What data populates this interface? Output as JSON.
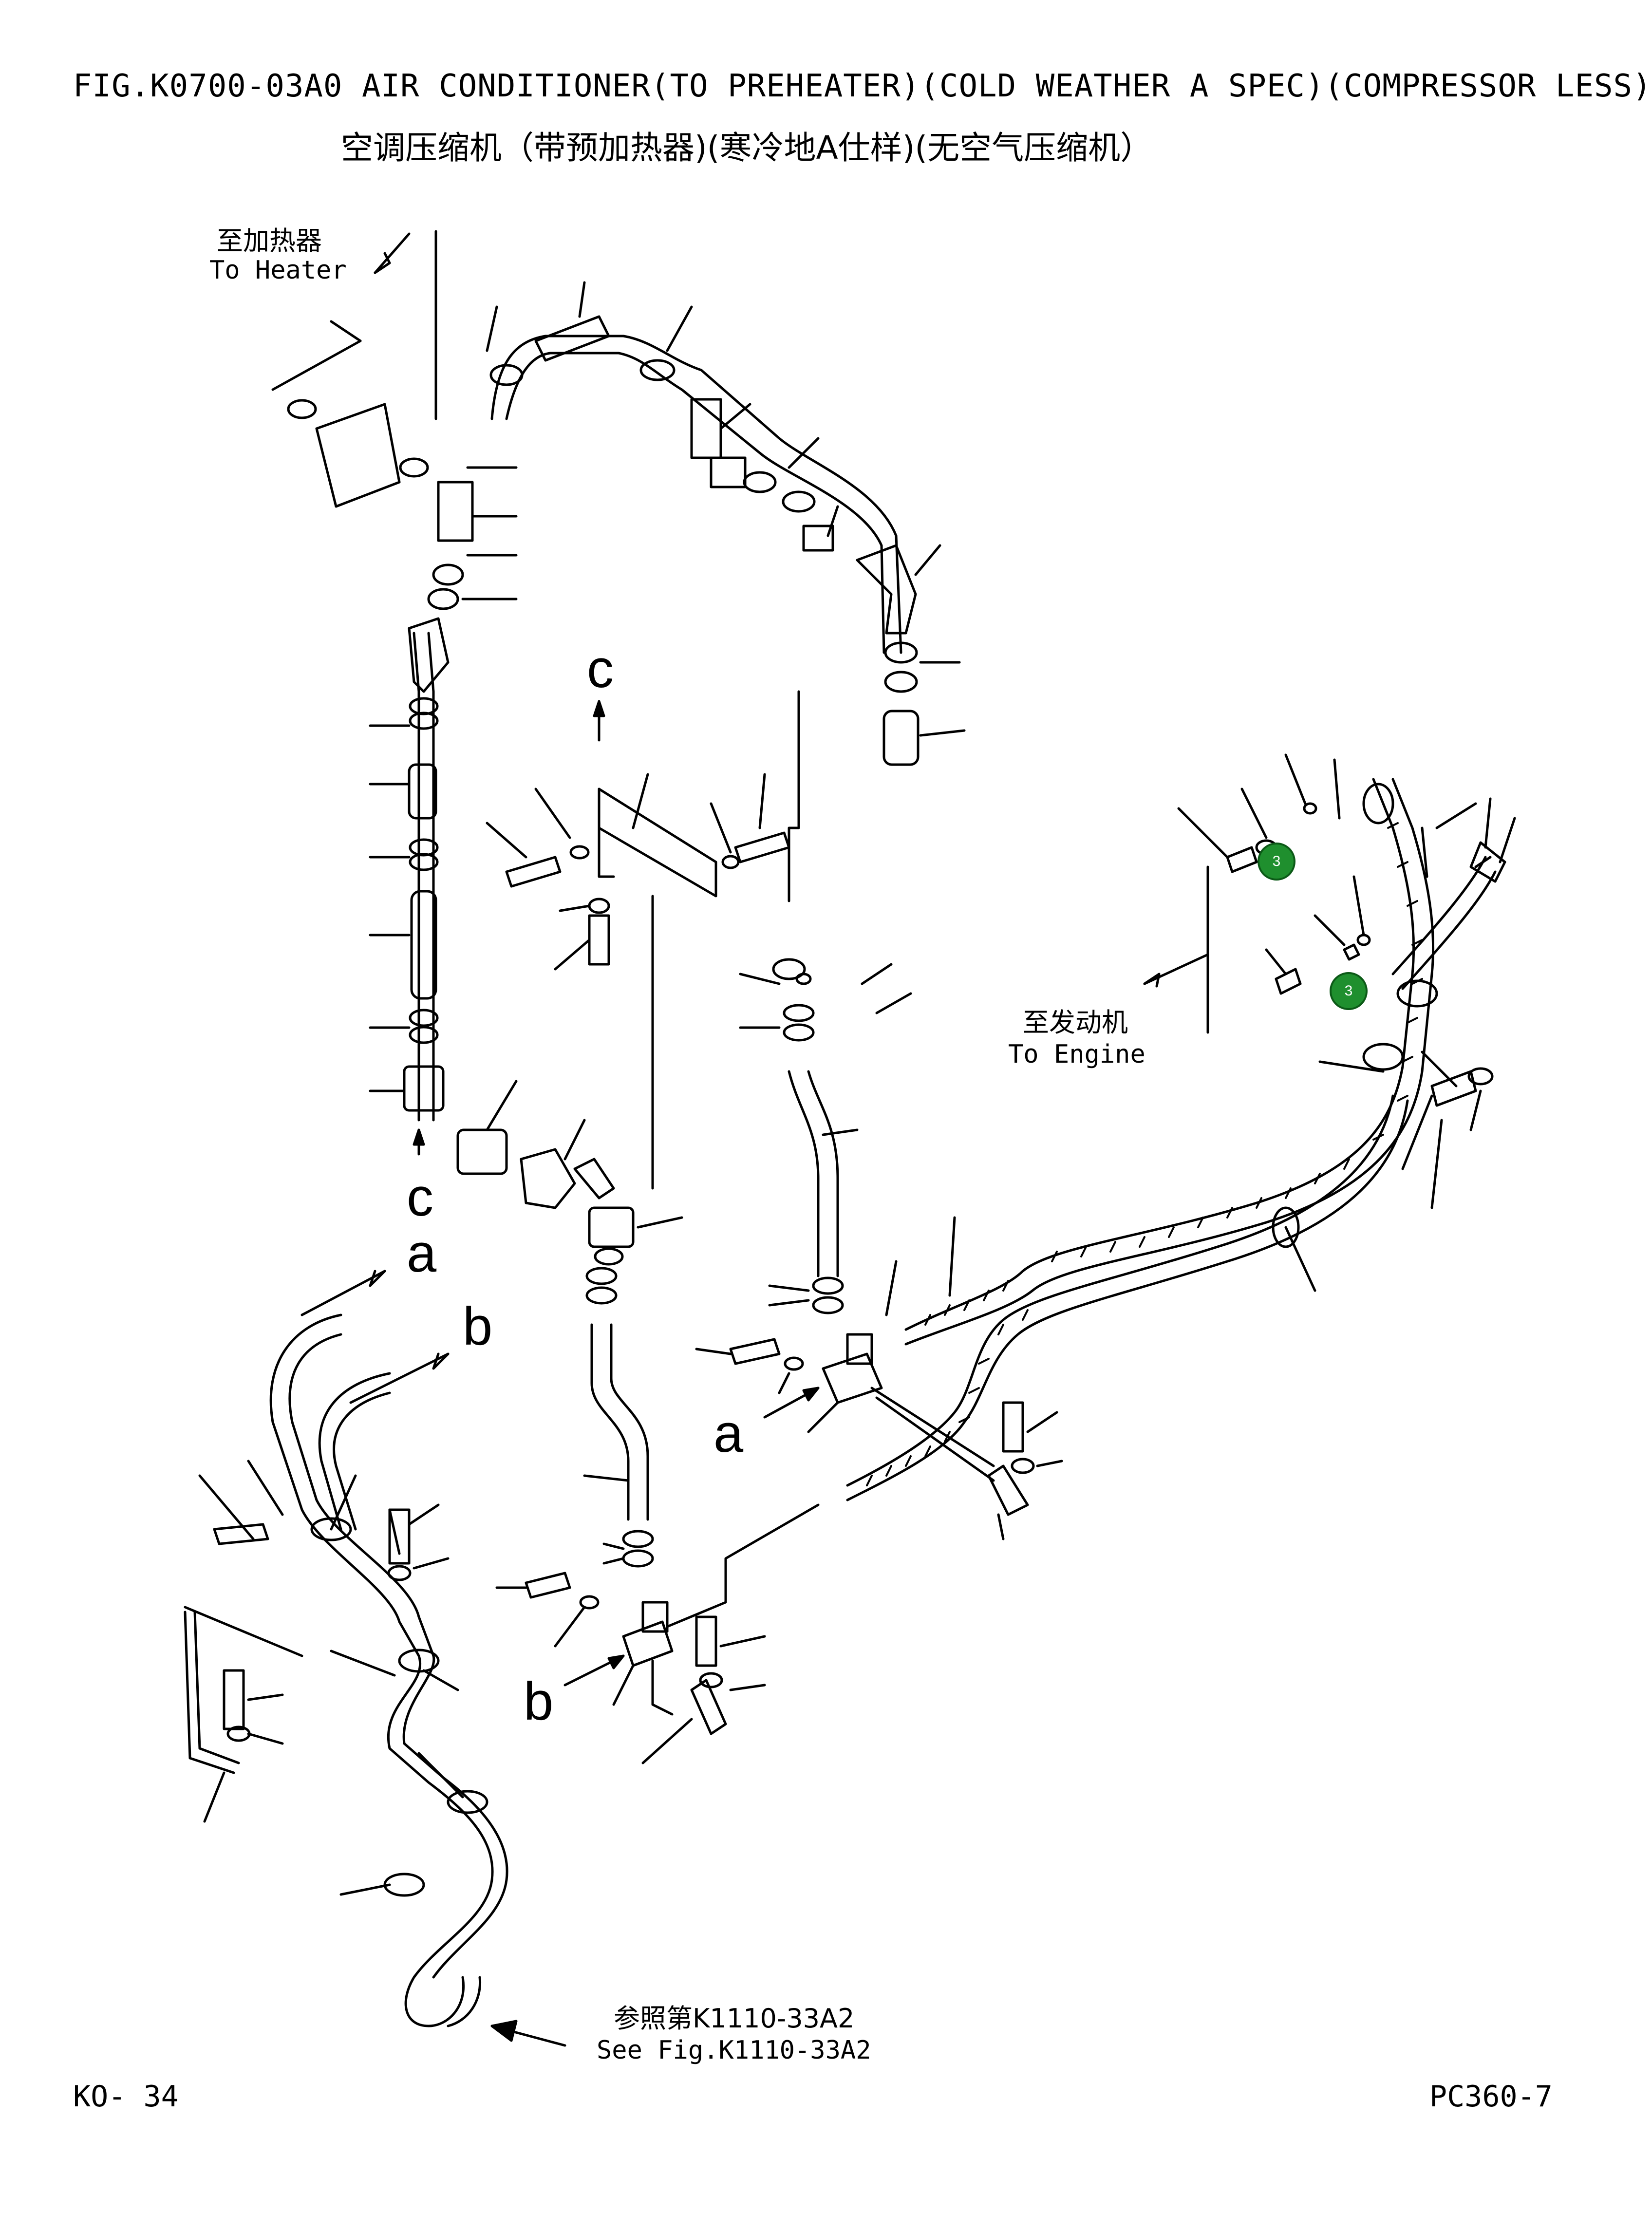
{
  "figure": {
    "title": "FIG.K0700-03A0  AIR CONDITIONER(TO PREHEATER)(COLD WEATHER A SPEC)(COMPRESSOR LESS)",
    "title_cn": "空调压缩机（带预加热器)(寒冷地A仕样)(无空气压缩机）"
  },
  "labels": {
    "to_heater_cn": "至加热器",
    "to_heater_en": "To Heater",
    "to_engine_cn": "至发动机",
    "to_engine_en": "To Engine",
    "see_fig_cn": "参照第K1110-33A2",
    "see_fig_en": "See Fig.K1110-33A2"
  },
  "connectors": {
    "c_top": "c",
    "c_bottom": "c",
    "a_upper": "a",
    "b_upper": "b",
    "a_lower": "a",
    "b_lower": "b"
  },
  "callouts": [
    "3",
    "3"
  ],
  "footer": {
    "page": "KO- 34",
    "model": "PC360-7"
  },
  "colors": {
    "line": "#000000",
    "callout_fill": "#1f8f2e"
  }
}
